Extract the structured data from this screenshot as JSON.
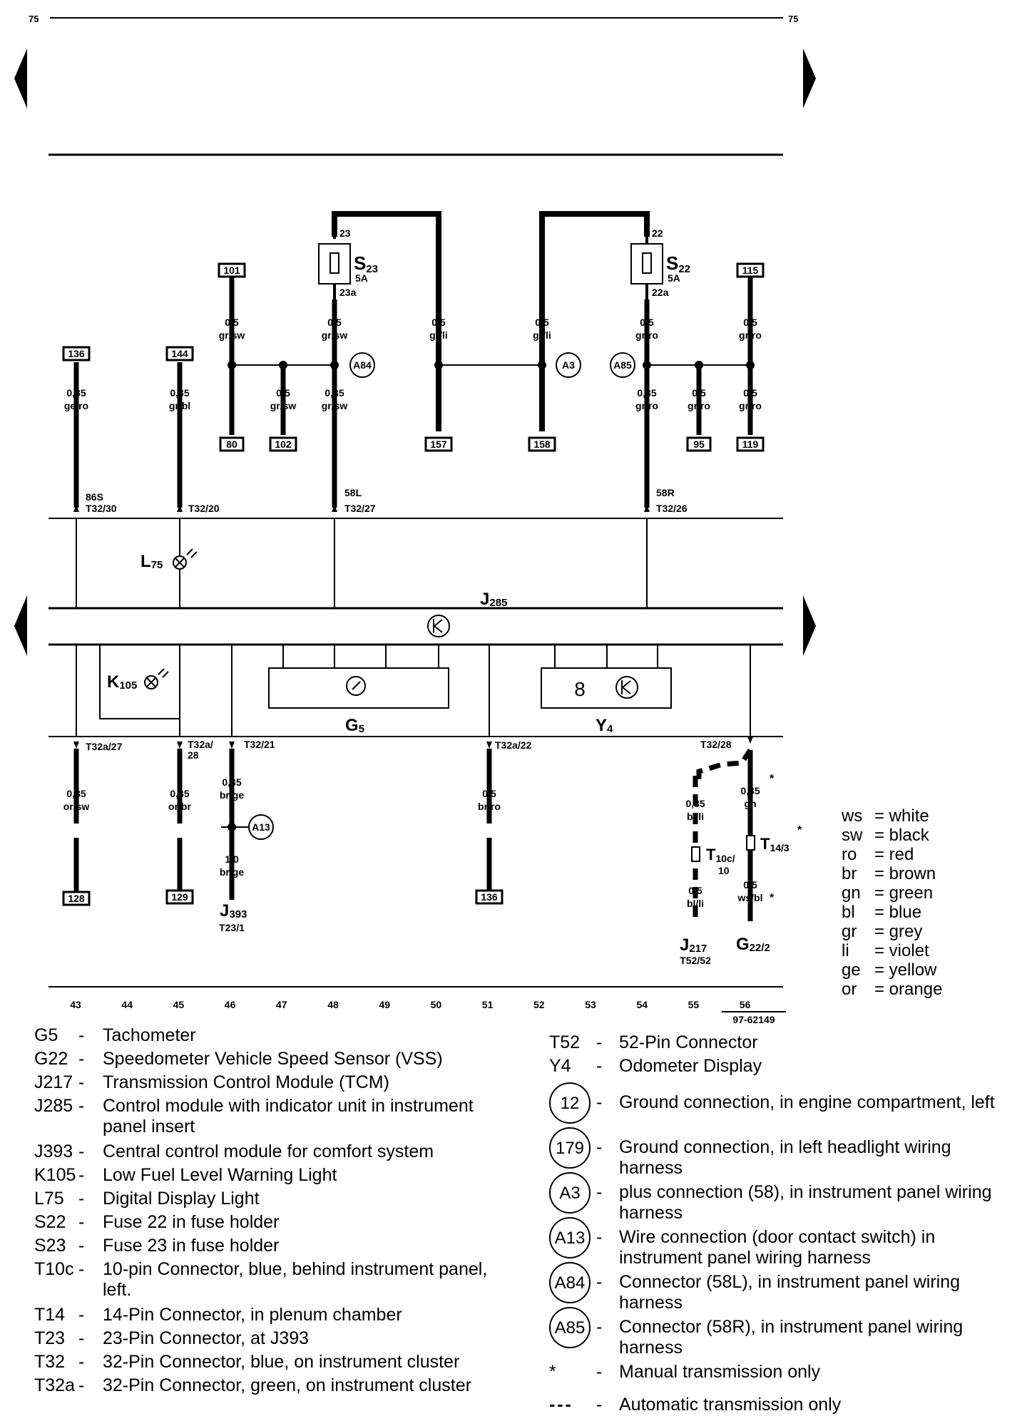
{
  "page": {
    "number_left": "75",
    "number_right": "75",
    "figure_id": "97-62149"
  },
  "connections": {
    "c136": "136",
    "c144": "144",
    "c101": "101",
    "c80": "80",
    "c102": "102",
    "c157": "157",
    "c158": "158",
    "c115": "115",
    "c95": "95",
    "c119": "119",
    "c128": "128",
    "c129": "129",
    "c136b": "136"
  },
  "fuses": {
    "s23": {
      "sym": "S",
      "sub": "23",
      "rating": "5A",
      "in": "23",
      "out": "23a"
    },
    "s22": {
      "sym": "S",
      "sub": "22",
      "rating": "5A",
      "in": "22",
      "out": "22a"
    }
  },
  "wires": {
    "w43a": [
      "0,35",
      "ge/ro"
    ],
    "w45a": [
      "0,35",
      "gr/bl"
    ],
    "w47a": [
      "0,5",
      "gr/sw"
    ],
    "w47b": [
      "0,5",
      "gr/sw"
    ],
    "w48a": [
      "0,5",
      "gr/sw"
    ],
    "w48b": [
      "0,35",
      "gr/sw"
    ],
    "w50a": [
      "0,5",
      "gr/li"
    ],
    "w52a": [
      "0,5",
      "gr/li"
    ],
    "w54a": [
      "0,5",
      "gr/ro"
    ],
    "w54b": [
      "0,35",
      "gr/ro"
    ],
    "w55a": [
      "0,5",
      "gr/ro"
    ],
    "w56a": [
      "0,5",
      "gr/ro"
    ],
    "w56b": [
      "0,5",
      "gr/ro"
    ],
    "w43c": [
      "0,35",
      "or/sw"
    ],
    "w45c": [
      "0,35",
      "or/br"
    ],
    "w46c": [
      "0,35",
      "br/ge"
    ],
    "w46d": [
      "1,0",
      "br/ge"
    ],
    "w51c": [
      "0,5",
      "br/ro"
    ],
    "w55c": [
      "0,35",
      "bl/li"
    ],
    "w55d": [
      "0,5",
      "bl/li"
    ],
    "w56c": [
      "0,35",
      "gn"
    ],
    "w56d": [
      "0,5",
      "ws/bl"
    ]
  },
  "pins": {
    "p43": [
      "86S",
      "T32/30"
    ],
    "p45": "T32/20",
    "p48": [
      "58L",
      "T32/27"
    ],
    "p54": [
      "58R",
      "T32/26"
    ],
    "p43b": "T32a/27",
    "p45b": [
      "T32a/",
      "28"
    ],
    "p46b": "T32/21",
    "p51b": "T32a/22",
    "p56b": "T32/28"
  },
  "components": {
    "j285": {
      "sym": "J",
      "sub": "285"
    },
    "l75": {
      "sym": "L",
      "sub": "75"
    },
    "k105": {
      "sym": "K",
      "sub": "105"
    },
    "g5": {
      "sym": "G",
      "sub": "5"
    },
    "y4": {
      "sym": "Y",
      "sub": "4"
    },
    "y4_digit": "8",
    "j393": {
      "sym": "J",
      "sub": "393",
      "pin": "T23/1"
    },
    "j217": {
      "sym": "J",
      "sub": "217",
      "pin": "T52/52"
    },
    "g22": {
      "sym": "G",
      "sub": "22/2"
    },
    "t10c": {
      "sym": "T",
      "sub": "10c/",
      "pin": "10"
    },
    "t14": {
      "sym": "T",
      "sub": "14/3"
    },
    "a84": "A84",
    "a3": "A3",
    "a85": "A85",
    "a13": "A13",
    "star": "*"
  },
  "tracks": [
    "43",
    "44",
    "45",
    "46",
    "47",
    "48",
    "49",
    "50",
    "51",
    "52",
    "53",
    "54",
    "55",
    "56"
  ],
  "wire_colors": [
    {
      "abbr": "ws",
      "name": "= white"
    },
    {
      "abbr": "sw",
      "name": "= black"
    },
    {
      "abbr": "ro",
      "name": "= red"
    },
    {
      "abbr": "br",
      "name": "= brown"
    },
    {
      "abbr": "gn",
      "name": "= green"
    },
    {
      "abbr": "bl",
      "name": "= blue"
    },
    {
      "abbr": "gr",
      "name": "= grey"
    },
    {
      "abbr": "li",
      "name": "= violet"
    },
    {
      "abbr": "ge",
      "name": "= yellow"
    },
    {
      "abbr": "or",
      "name": "= orange"
    }
  ],
  "legend_left": [
    {
      "code": "G5",
      "desc": "Tachometer"
    },
    {
      "code": "G22",
      "desc": "Speedometer Vehicle Speed Sensor (VSS)"
    },
    {
      "code": "J217",
      "desc": "Transmission Control Module (TCM)"
    },
    {
      "code": "J285",
      "desc": "Control module with indicator unit in instrument panel insert"
    },
    {
      "code": "J393",
      "desc": "Central control module for comfort system"
    },
    {
      "code": "K105",
      "desc": "Low Fuel Level Warning Light"
    },
    {
      "code": "L75",
      "desc": "Digital Display Light"
    },
    {
      "code": "S22",
      "desc": "Fuse 22 in fuse holder"
    },
    {
      "code": "S23",
      "desc": "Fuse 23 in fuse holder"
    },
    {
      "code": "T10c",
      "desc": "10-pin Connector, blue, behind instrument panel, left."
    },
    {
      "code": "T14",
      "desc": "14-Pin Connector, in plenum chamber"
    },
    {
      "code": "T23",
      "desc": "23-Pin Connector, at J393"
    },
    {
      "code": "T32",
      "desc": "32-Pin Connector, blue, on instrument cluster"
    },
    {
      "code": "T32a",
      "desc": "32-Pin Connector, green, on instrument cluster"
    }
  ],
  "legend_right": [
    {
      "code": "T52",
      "desc": "52-Pin Connector"
    },
    {
      "code": "Y4",
      "desc": "Odometer Display"
    },
    {
      "code": "12",
      "desc": "Ground connection, in engine compartment, left"
    },
    {
      "code": "179",
      "desc": "Ground connection, in left headlight wiring harness"
    },
    {
      "code": "A3",
      "desc": "plus connection (58), in instrument panel wiring harness"
    },
    {
      "code": "A13",
      "desc": "Wire connection (door contact switch) in instrument panel wiring harness"
    },
    {
      "code": "A84",
      "desc": "Connector (58L), in instrument panel wiring harness"
    },
    {
      "code": "A85",
      "desc": "Connector (58R), in instrument panel wiring harness"
    },
    {
      "code": "*",
      "desc": "Manual transmission only"
    },
    {
      "code": "- - -",
      "desc": "Automatic transmission only"
    }
  ]
}
